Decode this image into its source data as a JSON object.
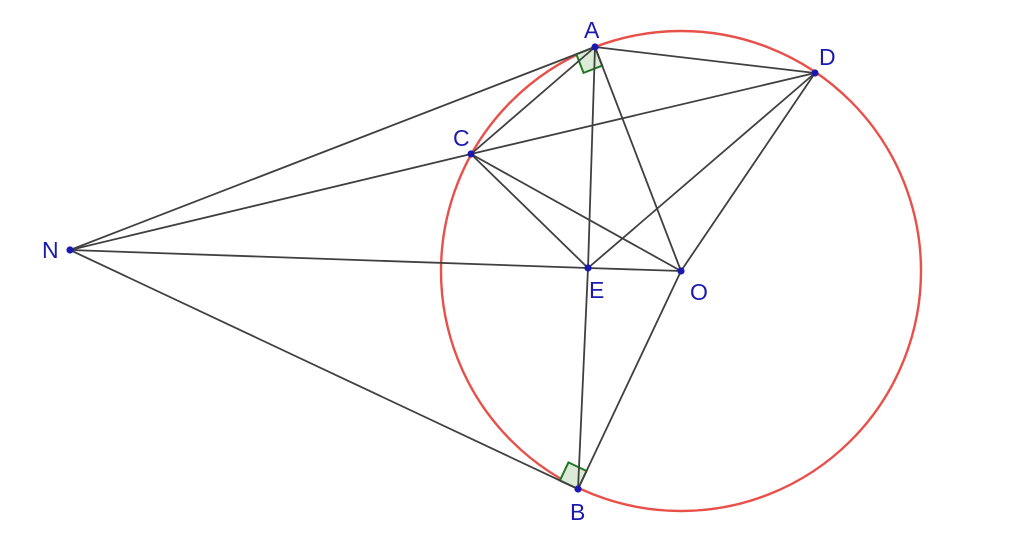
{
  "colors": {
    "background": "#ffffff",
    "circle": "#e8504a",
    "segment": "#404040",
    "point": "#1a1ab0",
    "label": "#1a1ab0",
    "right_angle": "#1e7a1e",
    "right_angle_fill": "#dcebd8"
  },
  "circle": {
    "center": "O",
    "through": [
      "A",
      "B",
      "C",
      "D"
    ]
  },
  "points": {
    "A": {
      "label": "A"
    },
    "B": {
      "label": "B"
    },
    "C": {
      "label": "C"
    },
    "D": {
      "label": "D"
    },
    "N": {
      "label": "N"
    },
    "E": {
      "label": "E"
    },
    "O": {
      "label": "O"
    }
  },
  "segments": [
    [
      "N",
      "A"
    ],
    [
      "N",
      "C"
    ],
    [
      "N",
      "E"
    ],
    [
      "N",
      "B"
    ],
    [
      "A",
      "D"
    ],
    [
      "A",
      "C"
    ],
    [
      "A",
      "E"
    ],
    [
      "A",
      "O"
    ],
    [
      "C",
      "D"
    ],
    [
      "C",
      "E"
    ],
    [
      "C",
      "O"
    ],
    [
      "D",
      "E"
    ],
    [
      "D",
      "O"
    ],
    [
      "E",
      "O"
    ],
    [
      "E",
      "B"
    ],
    [
      "B",
      "O"
    ]
  ],
  "right_angles": [
    {
      "vertex": "A",
      "sides": [
        "N",
        "O"
      ]
    },
    {
      "vertex": "B",
      "sides": [
        "N",
        "O"
      ]
    }
  ]
}
